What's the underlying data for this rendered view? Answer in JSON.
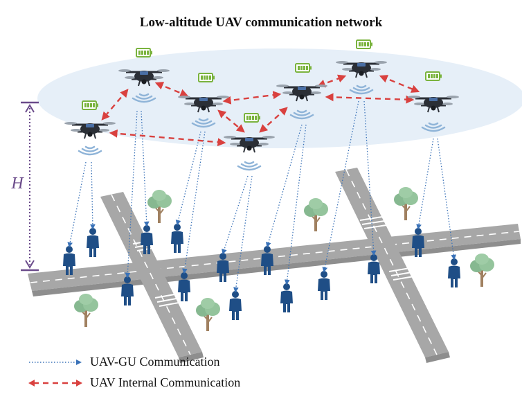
{
  "title": "Low-altitude UAV communication network",
  "height_label": "H",
  "legend": {
    "items": [
      {
        "label": "UAV-GU Communication",
        "color": "#3a72b8",
        "style": "dotted"
      },
      {
        "label": "UAV Internal Communication",
        "color": "#d9413f",
        "style": "dashed"
      }
    ]
  },
  "colors": {
    "sky_ellipse": "#e6eff8",
    "uav_body": "#2b2f36",
    "battery": "#7ab33e",
    "signal": "#8fb4d8",
    "person": "#1f4e86",
    "road": "#a7a7a7",
    "tree_foliage": "#86b890",
    "tree_trunk": "#a08060",
    "height_marker": "#6a4a8a"
  },
  "icons": [
    "uav-icon",
    "battery-icon",
    "signal-waves-icon",
    "person-icon",
    "tree-icon"
  ]
}
